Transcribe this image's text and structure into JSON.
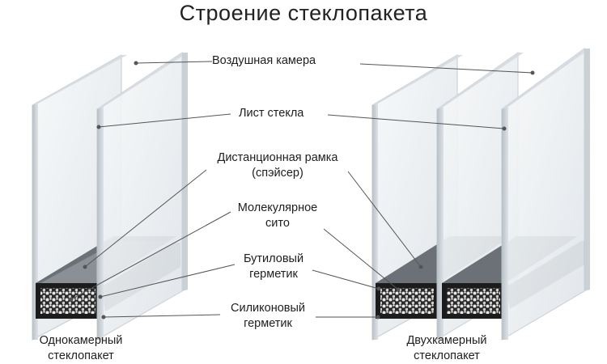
{
  "title": "Строение стеклопакета",
  "labels": {
    "air_chamber": "Воздушная камера",
    "glass_sheet": "Лист стекла",
    "spacer_line1": "Дистанционная рамка",
    "spacer_line2": "(спэйсер)",
    "sieve_line1": "Молекулярное",
    "sieve_line2": "сито",
    "butyl_line1": "Бутиловый",
    "butyl_line2": "герметик",
    "silicone_line1": "Силиконовый",
    "silicone_line2": "герметик"
  },
  "captions": {
    "single_line1": "Однокамерный",
    "single_line2": "стеклопакет",
    "double_line1": "Двухкамерный",
    "double_line2": "стеклопакет"
  },
  "colors": {
    "glass_face": "#eef1f4",
    "glass_edge": "#c9d0d6",
    "spacer": "#444a50",
    "sealant": "#1c1c1c",
    "leader": "#555555"
  }
}
